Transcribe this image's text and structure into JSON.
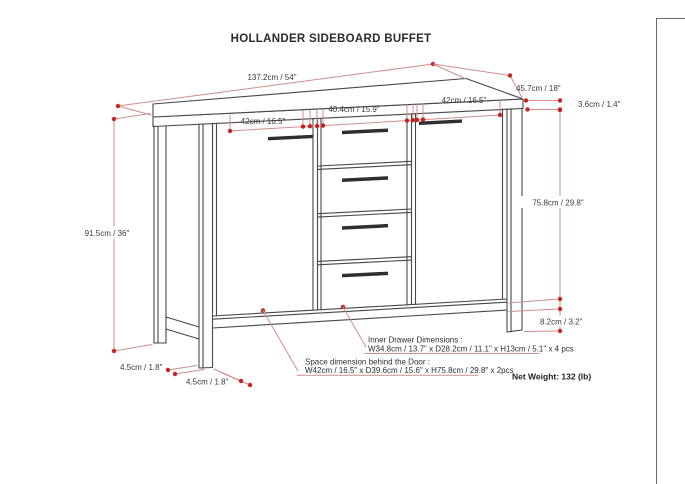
{
  "title": "HOLLANDER SIDEBOARD BUFFET",
  "diagram": {
    "product": "Sideboard buffet with two doors and four center drawers",
    "dimensions": {
      "overall_width": "137.2cm / 54\"",
      "depth": "45.7cm / 18\"",
      "top_thickness": "3.6cm / 1.4\"",
      "left_door_width": "42cm / 16.5\"",
      "drawer_width": "40.4cm / 15.9\"",
      "right_door_width": "42cm / 16.5\"",
      "overall_height": "91.5cm / 36\"",
      "side_height": "75.8cm / 29.8\"",
      "base_clearance": "8.2cm / 3.2\"",
      "leg_size_back": "4.5cm / 1.8\"",
      "leg_size_front": "4.5cm / 1.8\""
    },
    "notes": {
      "inner_drawer_title": "Inner Drawer Dimensions :",
      "inner_drawer_value": "W34.8cm / 13.7\" x D28.2cm / 11.1\" x H13cm / 5.1\" x 4 pcs",
      "door_space_title": "Space dimension behind the Door :",
      "door_space_value": "W42cm / 16.5\" x D39.6cm / 15.6\" x H75.8cm / 29.8\" x 2pcs",
      "net_weight": "Net Weight: 132 (lb)"
    },
    "colors": {
      "drawing_line": "#474747",
      "dimension_line": "#cf8e89",
      "dimension_dot": "#c4251f"
    }
  }
}
